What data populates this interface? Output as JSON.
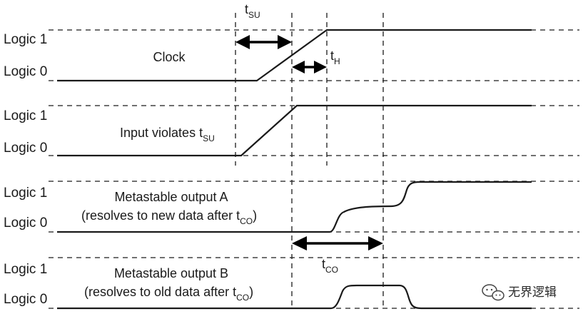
{
  "level_labels": {
    "logic1": "Logic 1",
    "logic0": "Logic 0"
  },
  "timing_labels": {
    "tsu": {
      "base": "t",
      "sub": "SU"
    },
    "th": {
      "base": "t",
      "sub": "H"
    },
    "tco": {
      "base": "t",
      "sub": "CO"
    }
  },
  "waveforms": [
    {
      "id": "clock",
      "label_lines": [
        "Clock"
      ]
    },
    {
      "id": "input",
      "label_lines": [
        "Input violates t"
      ],
      "label_sub": "SU"
    },
    {
      "id": "output-a",
      "label_lines": [
        "Metastable output A",
        "(resolves to new data after t"
      ],
      "label_sub": "CO",
      "label_tail": ")"
    },
    {
      "id": "output-b",
      "label_lines": [
        "Metastable output B",
        "(resolves to old data after t"
      ],
      "label_sub": "CO",
      "label_tail": ")"
    }
  ],
  "watermark": {
    "text": "无界逻辑",
    "icon": "wechat-icon"
  }
}
